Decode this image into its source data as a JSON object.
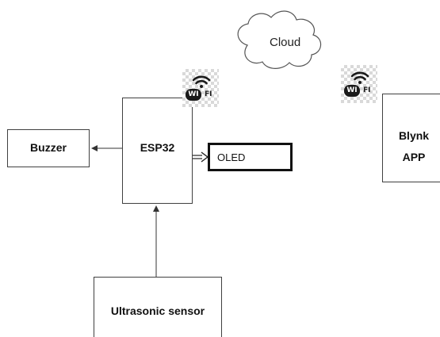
{
  "diagram": {
    "nodes": {
      "buzzer": "Buzzer",
      "esp32": "ESP32",
      "oled": "OLED",
      "blynk_line1": "Blynk",
      "blynk_line2": "APP",
      "sensor": "Ultrasonic sensor",
      "cloud": "Cloud"
    },
    "wifi_badge": {
      "left_text": "WI",
      "right_text": "FI"
    },
    "edges": [
      {
        "from": "esp32",
        "to": "buzzer"
      },
      {
        "from": "esp32",
        "to": "oled"
      },
      {
        "from": "sensor",
        "to": "esp32"
      }
    ]
  }
}
